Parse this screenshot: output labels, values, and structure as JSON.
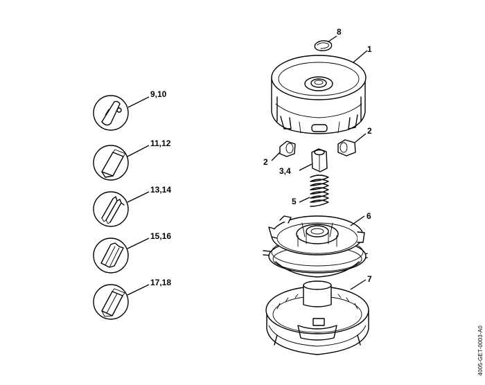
{
  "callouts": {
    "c1": "1",
    "c2a": "2",
    "c2b": "2",
    "c34": "3,4",
    "c5": "5",
    "c6": "6",
    "c7": "7",
    "c8": "8",
    "c910": "9,10",
    "c1112": "11,12",
    "c1314": "13,14",
    "c1516": "15,16",
    "c1718": "17,18"
  },
  "drawing_code": "4005-GET-0003-A0"
}
